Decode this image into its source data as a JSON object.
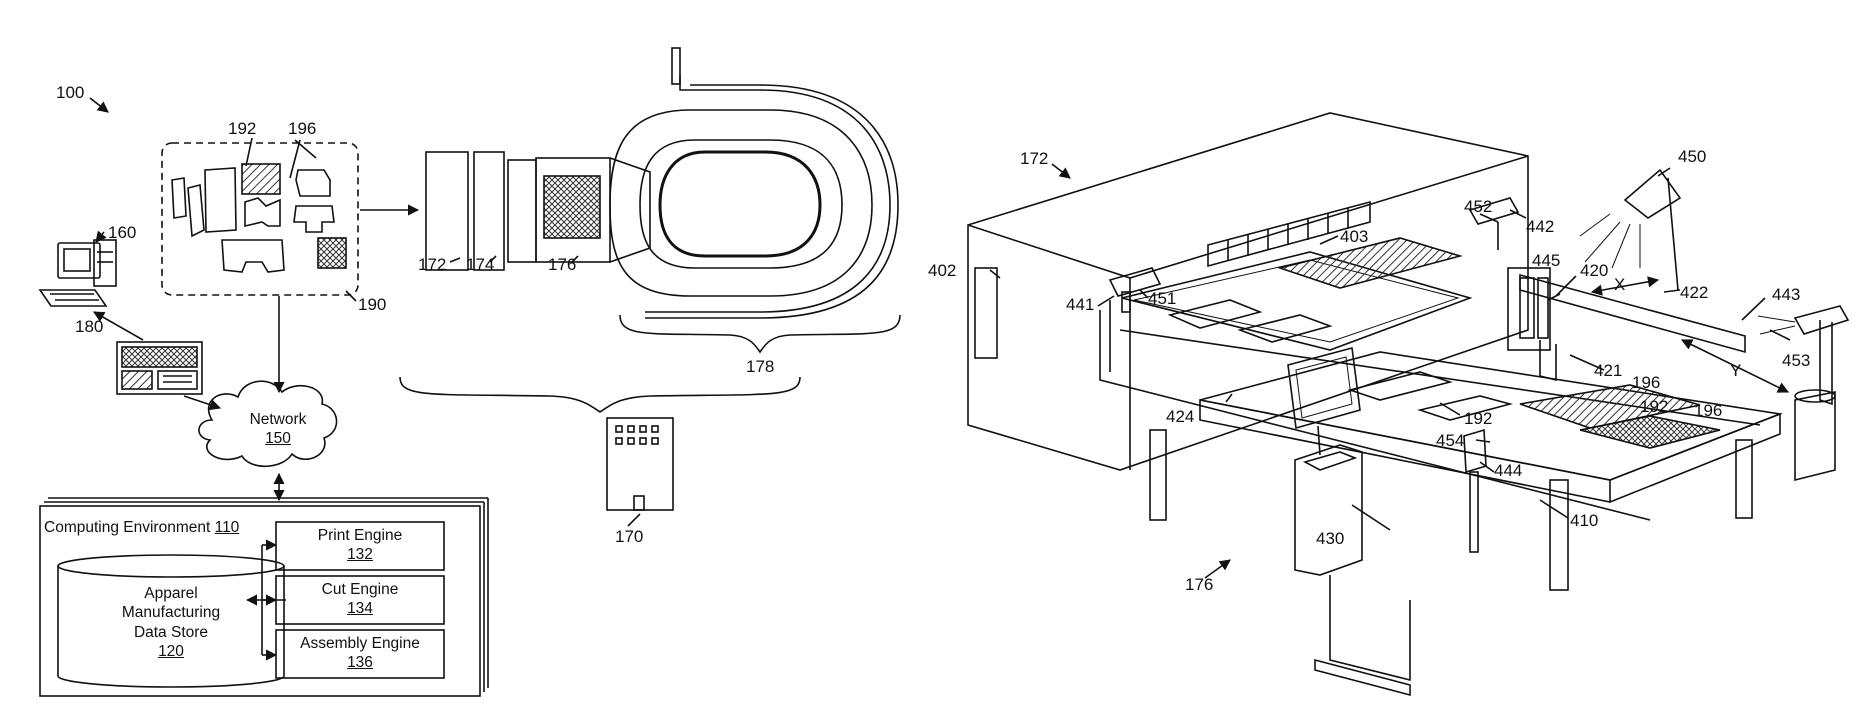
{
  "figure_refs": {
    "system": "100",
    "client_device": "160",
    "display": "180",
    "network_ref": "150",
    "computing_env_ref": "110",
    "data_store_ref": "120",
    "print_engine_ref": "132",
    "cut_engine_ref": "134",
    "assembly_engine_ref": "136",
    "printer": "172",
    "dryer": "174",
    "cutter": "176",
    "assembly_line": "178",
    "facility": "170",
    "cut_pieces_group": "190",
    "piece_a": "192",
    "piece_b": "196"
  },
  "labels": {
    "network": "Network",
    "computing_environment": "Computing Environment",
    "data_store": "Apparel Manufacturing Data Store",
    "print_engine": "Print Engine",
    "cut_engine": "Cut Engine",
    "assembly_engine": "Assembly Engine"
  },
  "cutter_view_refs": {
    "machine": "172",
    "machine_assembly": "176",
    "housing_panel": "402",
    "vent": "403",
    "table": "410",
    "cutting_head": "420",
    "head_bit": "421",
    "gantry_rail": "422",
    "side_frame": "424",
    "control_panel": "430",
    "camera_left": "441",
    "camera_top": "442",
    "camera_right": "443",
    "sensor": "444",
    "head_mount": "445",
    "light": "450",
    "camera_left_lens": "451",
    "camera_top_lens": "452",
    "camera_right_lens": "453",
    "sensor_light": "454",
    "axis_x": "X",
    "axis_y": "Y",
    "pieces_192_a": "192",
    "pieces_192_b": "192",
    "pieces_196_a": "196",
    "pieces_196_b": "196"
  }
}
